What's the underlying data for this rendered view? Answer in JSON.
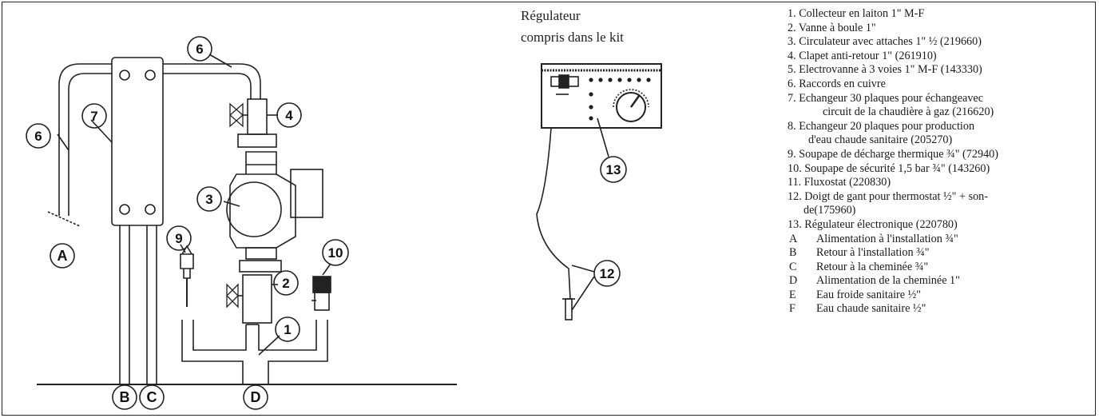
{
  "regulator": {
    "line1": "Régulateur",
    "line2": "compris dans le kit"
  },
  "callouts": {
    "c1": "1",
    "c2": "2",
    "c3": "3",
    "c4": "4",
    "c6a": "6",
    "c6b": "6",
    "c7": "7",
    "c9": "9",
    "c10": "10",
    "c12": "12",
    "c13": "13"
  },
  "connections": {
    "a": "A",
    "b": "B",
    "c": "C",
    "d": "D"
  },
  "legend": {
    "items": [
      {
        "text": "1. Collecteur en laiton 1\" M-F"
      },
      {
        "text": "2. Vanne à boule 1\""
      },
      {
        "text": "3. Circulateur avec attaches 1\" ½ (219660)"
      },
      {
        "text": "4. Clapet anti-retour 1\" (261910)"
      },
      {
        "text": "5. Electrovanne à 3 voies 1\" M-F (143330)"
      },
      {
        "text": "6. Raccords en cuivre"
      },
      {
        "text": "7. Echangeur 30 plaques pour échangeavec",
        "cont": "circuit de la chaudière à gaz (216620)"
      },
      {
        "text": "8. Echangeur 20 plaques pour production",
        "cont": "d'eau chaude sanitaire (205270)"
      },
      {
        "text": "9. Soupape de décharge thermique ¾\" (72940)"
      },
      {
        "text": "10. Soupape de sécurité 1,5 bar ¾\" (143260)"
      },
      {
        "text": "11. Fluxostat (220830)"
      },
      {
        "text": "12. Doigt de gant pour thermostat ½\" + son-",
        "cont": "de(175960)"
      },
      {
        "text": "13. Régulateur électronique (220780)"
      }
    ],
    "letters": [
      {
        "key": "A",
        "text": "Alimentation à l'installation ¾\""
      },
      {
        "key": "B",
        "text": "Retour à l'installation ¾\""
      },
      {
        "key": "C",
        "text": "Retour à la cheminée ¾\""
      },
      {
        "key": "D",
        "text": "Alimentation de la cheminée 1\""
      },
      {
        "key": "E",
        "text": "Eau froide sanitaire ½\""
      },
      {
        "key": "F",
        "text": "Eau chaude sanitaire ½\""
      }
    ]
  }
}
